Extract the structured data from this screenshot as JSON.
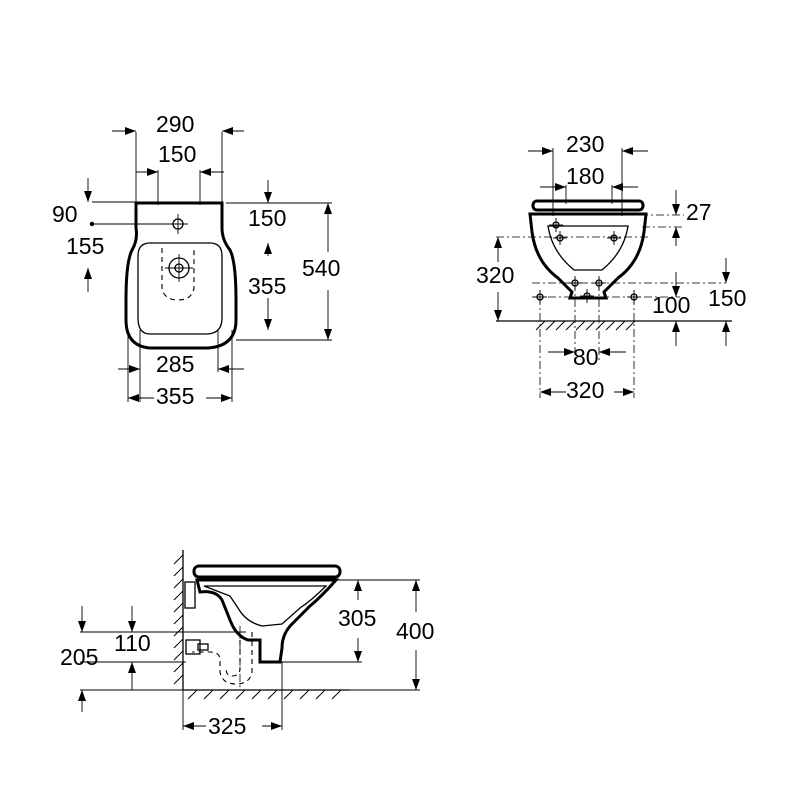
{
  "top_view": {
    "dims": {
      "overall_width": "290",
      "tap_spacing": "150",
      "tap_offset": "90",
      "drain_offset": "155",
      "front_depth": "150",
      "bowl_depth": "355",
      "total_depth": "540",
      "inner_width": "285",
      "body_width": "355"
    }
  },
  "rear_view": {
    "dims": {
      "fixing_width": "230",
      "fixing_spacing": "180",
      "seat_offset": "27",
      "height": "320",
      "drain_height": "100",
      "supply_height": "150",
      "drain_spacing": "80",
      "supply_width": "320"
    }
  },
  "side_view": {
    "dims": {
      "bowl_height": "305",
      "rim_height": "400",
      "outlet_height": "205",
      "supply_height": "110",
      "projection": "325"
    }
  }
}
